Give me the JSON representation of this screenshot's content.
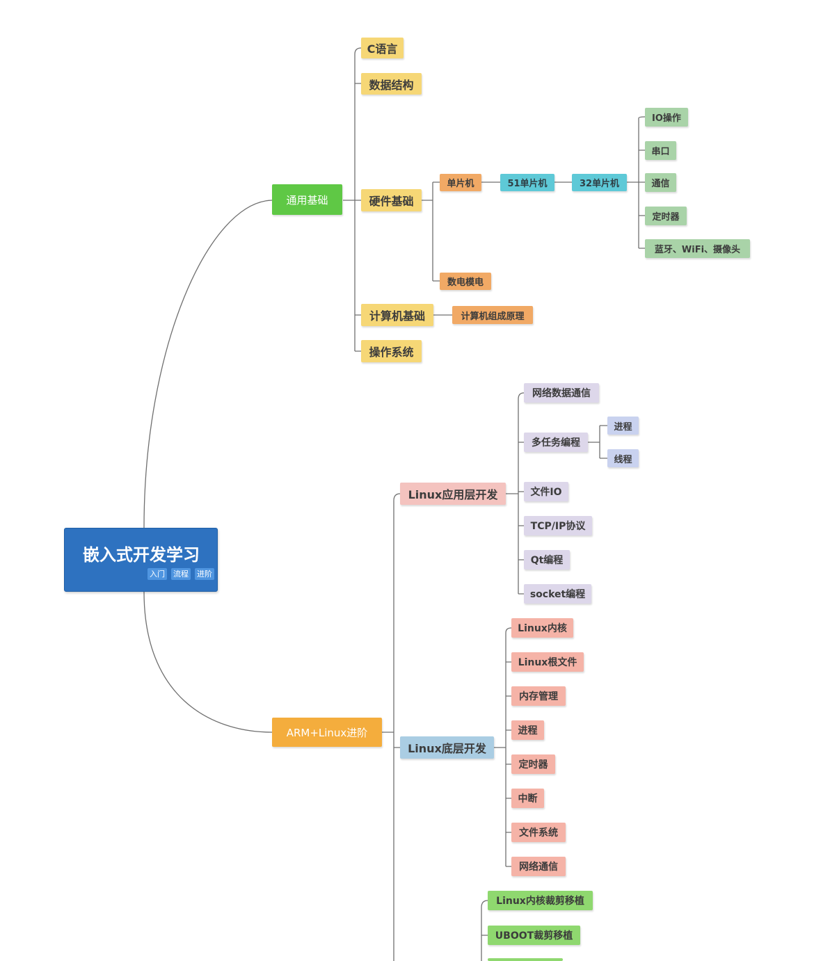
{
  "root": {
    "title": "嵌入式开发学习",
    "tags": [
      "入门",
      "流程",
      "进阶"
    ]
  },
  "colors": {
    "root": "#2e72c0",
    "branch_general": "#5fc845",
    "branch_arm": "#f4ad3d",
    "topic": "#f6d776",
    "hardware": "#f1a965",
    "mcu": "#5ec9d7",
    "mcu_topics": "#a9d3a8",
    "app_dev": "#ddd7ea",
    "kernel_dev": "#f5b3a7"
  },
  "general": {
    "label": "通用基础",
    "c_language": "C语言",
    "data_structures": "数据结构",
    "hardware_basics": "硬件基础",
    "mcu": "单片机",
    "mcu51": "51单片机",
    "mcu32": "32单片机",
    "mcu_topics": [
      "IO操作",
      "串口",
      "通信",
      "定时器",
      "蓝牙、WiFi、摄像头"
    ],
    "analog_digital": "数电模电",
    "computer_basics": "计算机基础",
    "computer_organization": "计算机组成原理",
    "operating_system": "操作系统"
  },
  "arm": {
    "label": "ARM+Linux进阶",
    "app_dev": "Linux应用层开发",
    "app_topics": [
      "网络数据通信",
      "多任务编程",
      "文件IO",
      "TCP/IP协议",
      "Qt编程",
      "socket编程"
    ],
    "multitask_topics": [
      "进程",
      "线程"
    ],
    "kernel_dev": "Linux底层开发",
    "kernel_topics": [
      "Linux内核",
      "Linux根文件",
      "内存管理",
      "进程",
      "定时器",
      "中断",
      "文件系统",
      "网络通信"
    ],
    "porting_topics": [
      "Linux内核裁剪移植",
      "UBOOT裁剪移植"
    ]
  }
}
